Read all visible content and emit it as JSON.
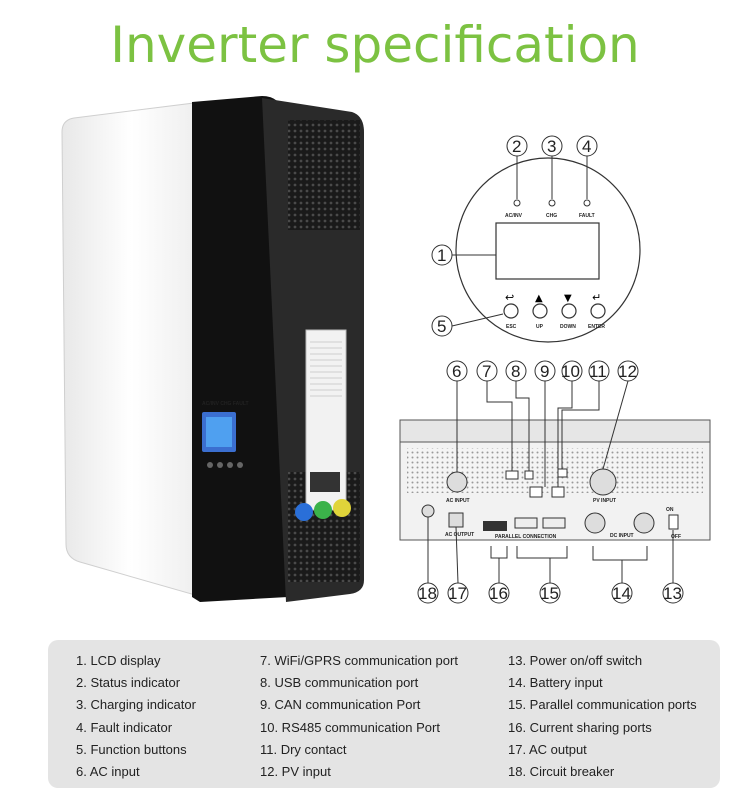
{
  "title": "Inverter specification",
  "panel": {
    "led_labels": [
      "AC/INV",
      "CHG",
      "FAULT"
    ],
    "button_labels": [
      "ESC",
      "UP",
      "DOWN",
      "ENTER"
    ]
  },
  "bottom_labels": {
    "ac_input": "AC INPUT",
    "pv_input": "PV INPUT",
    "ac_output": "AC OUTPUT",
    "dc_input": "DC INPUT",
    "parallel_connection": "PARALLEL CONNECTION",
    "on": "ON",
    "off": "OFF"
  },
  "callout_numbers": [
    "1",
    "2",
    "3",
    "4",
    "5",
    "6",
    "7",
    "8",
    "9",
    "10",
    "11",
    "12",
    "13",
    "14",
    "15",
    "16",
    "17",
    "18"
  ],
  "legend": {
    "col1": [
      "1. LCD display",
      "2. Status indicator",
      "3. Charging indicator",
      "4. Fault indicator",
      "5. Function buttons",
      "6. AC input"
    ],
    "col2": [
      "7. WiFi/GPRS communication port",
      "8. USB communication port",
      "9. CAN communication Port",
      "10. RS485 communication Port",
      "11. Dry contact",
      "12. PV input"
    ],
    "col3": [
      "13. Power on/off switch",
      "14. Battery input",
      "15. Parallel communication ports",
      "16. Current sharing ports",
      "17. AC output",
      "18. Circuit breaker"
    ]
  },
  "colors": {
    "title": "#7cc242",
    "legend_bg": "#e4e4e4",
    "body_white": "#f5f5f5",
    "front_black": "#111111"
  }
}
